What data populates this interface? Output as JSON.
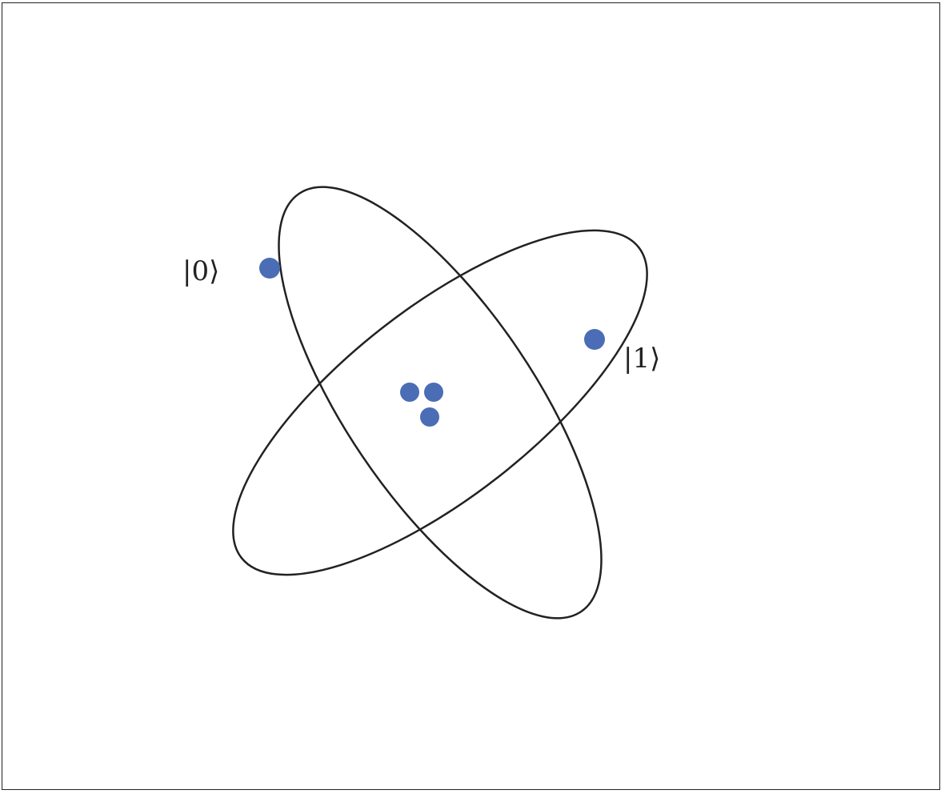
{
  "diagram": {
    "labels": {
      "state_zero": "|0⟩",
      "state_one": "|1⟩"
    },
    "colors": {
      "orbit_stroke": "#222222",
      "particle_fill": "#4a6db5",
      "label_text": "#222222"
    },
    "nucleus_particle_count": 3,
    "electron_count": 2
  }
}
